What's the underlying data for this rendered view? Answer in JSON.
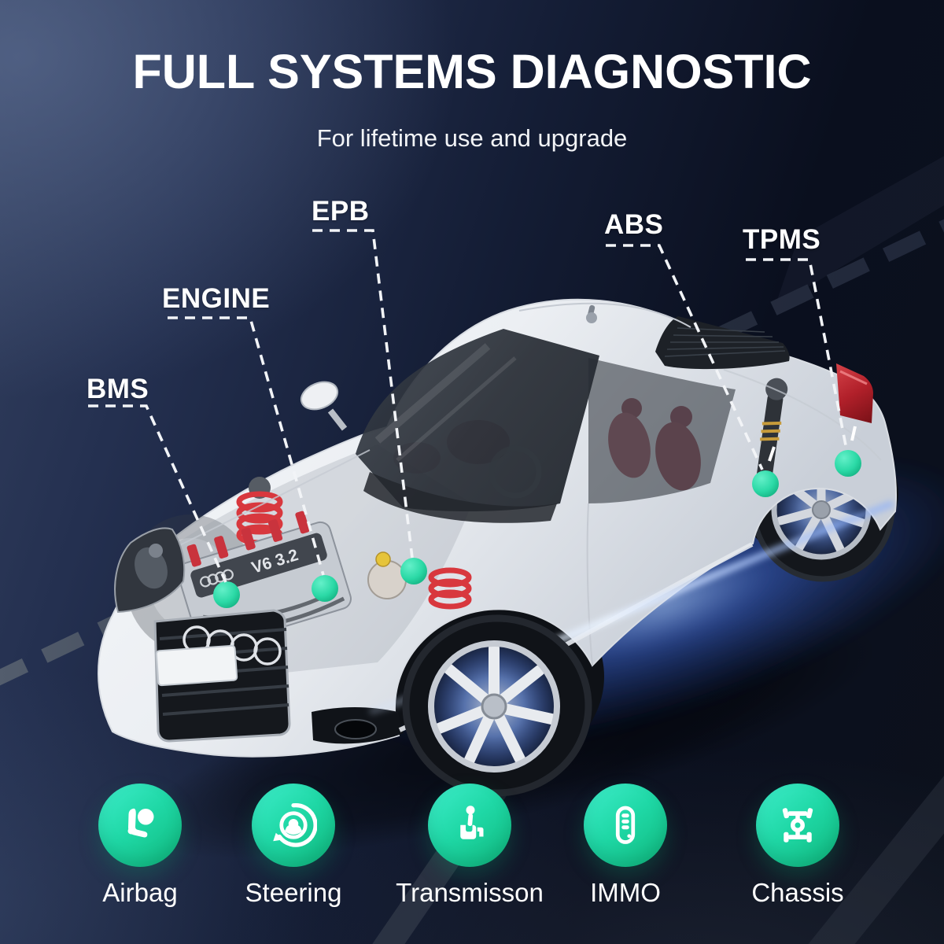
{
  "header": {
    "title": "FULL SYSTEMS DIAGNOSTIC",
    "subtitle": "For lifetime use and upgrade"
  },
  "callouts": [
    {
      "id": "bms",
      "label": "BMS"
    },
    {
      "id": "engine",
      "label": "ENGINE"
    },
    {
      "id": "epb",
      "label": "EPB"
    },
    {
      "id": "abs",
      "label": "ABS"
    },
    {
      "id": "tpms",
      "label": "TPMS"
    }
  ],
  "car": {
    "engine_badge": "V6 3.2",
    "brand_mark": "audi-rings-icon",
    "license_plate_text": ""
  },
  "features": [
    {
      "label": "Airbag",
      "icon": "airbag-icon"
    },
    {
      "label": "Steering",
      "icon": "steering-icon"
    },
    {
      "label": "Transmisson",
      "icon": "transmission-icon"
    },
    {
      "label": "IMMO",
      "icon": "immo-icon"
    },
    {
      "label": "Chassis",
      "icon": "chassis-icon"
    }
  ],
  "colors": {
    "background_top_left": "#33405f",
    "background_dark": "#0c111c",
    "accent_teal": "#1fd8a6",
    "marker_teal": "#2bd9a6",
    "glow_blue": "#4a7dff",
    "spring_red": "#d8383e",
    "tail_light_red": "#c0242c",
    "text": "#ffffff"
  }
}
